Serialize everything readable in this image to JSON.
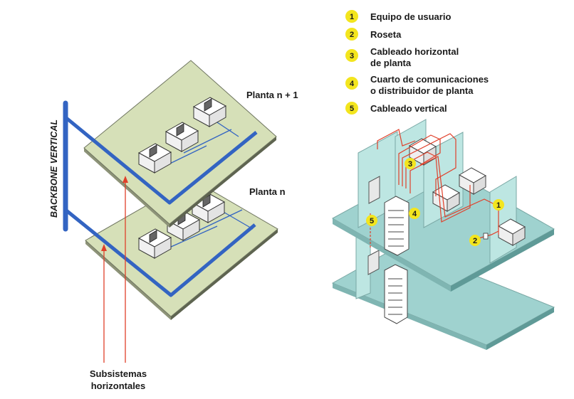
{
  "left": {
    "backbone_label": "BACKBONE VERTICAL",
    "floor_top_label": "Planta n + 1",
    "floor_bottom_label": "Planta n",
    "subsystems_label_1": "Subsistemas",
    "subsystems_label_2": "horizontales"
  },
  "legend": [
    {
      "num": "1",
      "lines": [
        "Equipo de usuario"
      ]
    },
    {
      "num": "2",
      "lines": [
        "Roseta"
      ]
    },
    {
      "num": "3",
      "lines": [
        "Cableado horizontal",
        "de planta"
      ]
    },
    {
      "num": "4",
      "lines": [
        "Cuarto de comunicaciones",
        "o distribuidor de planta"
      ]
    },
    {
      "num": "5",
      "lines": [
        "Cableado vertical"
      ]
    }
  ],
  "right_markers": {
    "m1": "1",
    "m2": "2",
    "m3": "3",
    "m4": "4",
    "m5": "5"
  },
  "colors": {
    "floor_green": "#d6e0b8",
    "floor_edge": "#6f7560",
    "backbone_blue": "#3364c2",
    "arrow_red": "#e0402a",
    "teal_floor": "#9fd2cf",
    "teal_wall": "#bde6e2",
    "badge_yellow": "#f3e51e"
  }
}
